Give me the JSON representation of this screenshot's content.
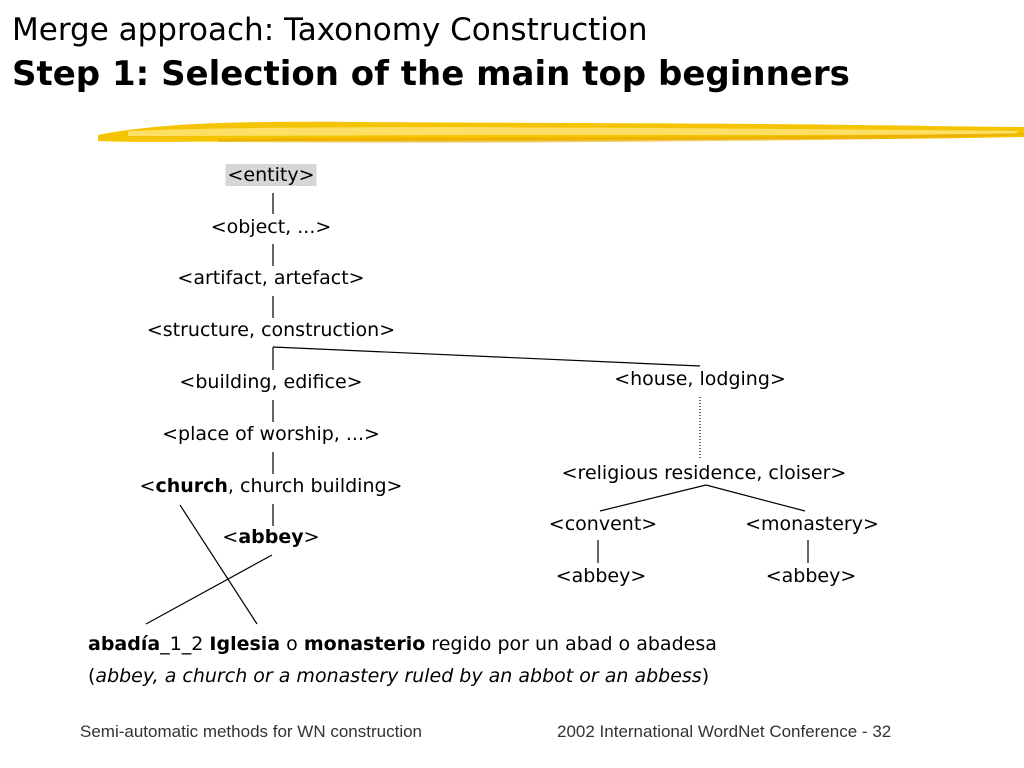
{
  "slide": {
    "title": "Merge approach: Taxonomy Construction",
    "subtitle": "Step 1: Selection of the main top beginners"
  },
  "tree": {
    "left_chain": {
      "entity": "<entity>",
      "object": "<object, ...>",
      "artifact": "<artifact, artefact>",
      "structure": "<structure, construction>",
      "building": "<building, edifice>",
      "place": "<place of worship, ...>",
      "church": {
        "open": "<",
        "bold": "church",
        "rest": ", church building>"
      },
      "abbey": {
        "open": "<",
        "bold": "abbey",
        "close": ">"
      }
    },
    "right_branch": {
      "house": "<house, lodging>",
      "religious": "<religious residence, cloiser>",
      "convent": "<convent>",
      "monastery": "<monastery>",
      "abbey_left": "<abbey>",
      "abbey_right": "<abbey>"
    }
  },
  "gloss": {
    "word": "abadía",
    "sense": "_1_2 ",
    "iglesia": "Iglesia",
    "o": " o ",
    "monasterio": "monasterio",
    "rest": " regido por un abad o abadesa",
    "translation_open": "(",
    "translation": "abbey, a church or a monastery ruled by an abbot or an abbess",
    "translation_close": ")"
  },
  "footer": {
    "left": "Semi-automatic methods for WN construction",
    "right": "2002 International WordNet Conference - 32"
  },
  "colors": {
    "brush": "#f5c400",
    "brush_light": "#ffe680",
    "text": "#000000",
    "footer_text": "#333333",
    "highlight": "#d6d6d6"
  }
}
